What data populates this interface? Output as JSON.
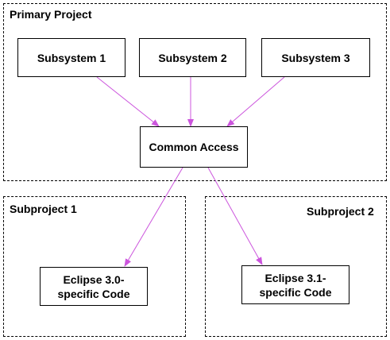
{
  "groups": {
    "primary": "Primary Project",
    "sub1": "Subproject 1",
    "sub2": "Subproject 2"
  },
  "nodes": {
    "subsystem1": "Subsystem 1",
    "subsystem2": "Subsystem 2",
    "subsystem3": "Subsystem 3",
    "common": "Common Access",
    "eclipse30": "Eclipse 3.0-\nspecific Code",
    "eclipse31": "Eclipse 3.1-\nspecific Code"
  },
  "colors": {
    "arrow": "#cc55dd",
    "border": "#000000"
  }
}
